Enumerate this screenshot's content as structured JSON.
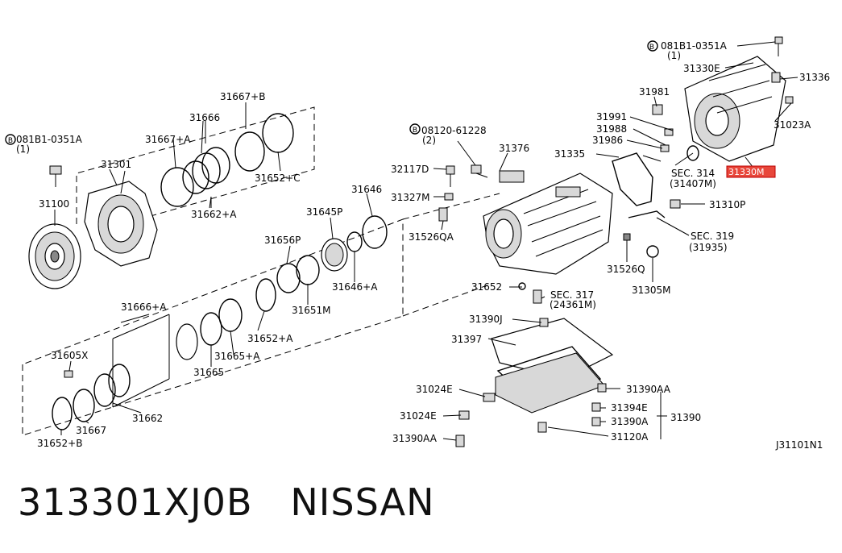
{
  "footer": {
    "part_number": "313301XJ0B",
    "brand": "NISSAN"
  },
  "diagram": {
    "code": "J31101N1",
    "highlight": "31330M",
    "labels": {
      "l_0818b_a": "081B1-0351A",
      "l_0818b_a_qty": "(1)",
      "l_0818b_b": "081B1-0351A",
      "l_0818b_b_qty": "(1)",
      "l_08120": "08120-61228",
      "l_08120_qty": "(2)",
      "b_sym": "B",
      "l_31330E": "31330E",
      "l_31336": "31336",
      "l_31981": "31981",
      "l_31023A": "31023A",
      "l_31991": "31991",
      "l_31988": "31988",
      "l_31986": "31986",
      "l_31335": "31335",
      "l_sec314": "SEC. 314",
      "l_31407M": "(31407M)",
      "l_31330M": "31330M",
      "l_31310P": "31310P",
      "l_sec319": "SEC. 319",
      "l_31935": "(31935)",
      "l_31526Q": "31526Q",
      "l_31305M": "31305M",
      "l_31376": "31376",
      "l_32117D": "32117D",
      "l_31327M": "31327M",
      "l_31526QA": "31526QA",
      "l_31652": "31652",
      "l_sec317": "SEC. 317",
      "l_24361M": "(24361M)",
      "l_31390J": "31390J",
      "l_31397": "31397",
      "l_31390AA_r": "31390AA",
      "l_31024E_a": "31024E",
      "l_31024E_b": "31024E",
      "l_31394E": "31394E",
      "l_31390A": "31390A",
      "l_31390": "31390",
      "l_31390AA_l": "31390AA",
      "l_31120A": "31120A",
      "l_31667B": "31667+B",
      "l_31666": "31666",
      "l_31667A": "31667+A",
      "l_31301": "31301",
      "l_31100": "31100",
      "l_31652C": "31652+C",
      "l_31662A": "31662+A",
      "l_31646": "31646",
      "l_31645P": "31645P",
      "l_31656P": "31656P",
      "l_31646A": "31646+A",
      "l_31651M": "31651M",
      "l_31666A": "31666+A",
      "l_31652A": "31652+A",
      "l_31605X": "31605X",
      "l_31665A": "31665+A",
      "l_31665": "31665",
      "l_31662": "31662",
      "l_31667": "31667",
      "l_31652B": "31652+B"
    }
  }
}
